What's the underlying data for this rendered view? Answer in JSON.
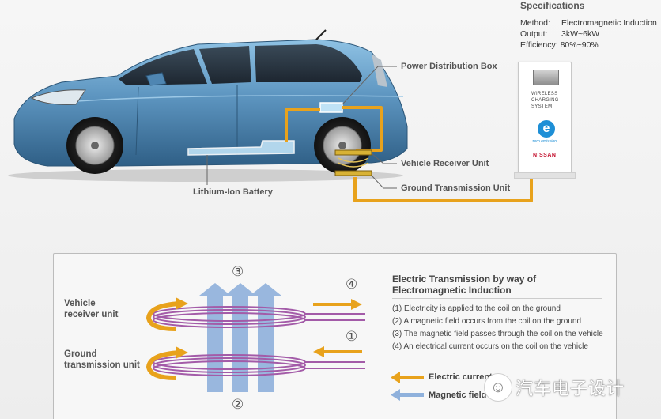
{
  "specs": {
    "title": "Specifications",
    "rows": [
      {
        "key": "Method:",
        "value": "Electromagnetic Induction"
      },
      {
        "key": "Output:",
        "value": "3kW~6kW"
      },
      {
        "key": "Efficiency:",
        "value": "80%~90%"
      }
    ]
  },
  "callouts": {
    "power_box": "Power Distribution Box",
    "receiver": "Vehicle Receiver Unit",
    "ground": "Ground Transmission Unit",
    "battery": "Lithium-Ion Battery"
  },
  "station": {
    "line1": "WIRELESS",
    "line2": "CHARGING",
    "line3": "SYSTEM",
    "logo_glyph": "e",
    "logo_text": "zero emission",
    "brand": "NISSAN"
  },
  "panel": {
    "vehicle_label_1": "Vehicle",
    "vehicle_label_2": "receiver unit",
    "ground_label_1": "Ground",
    "ground_label_2": "transmission unit",
    "title_1": "Electric Transmission by way of",
    "title_2": "Electromagnetic Induction",
    "steps": [
      "(1) Electricity is applied to the coil on the ground",
      "(2) A magnetic field occurs from the coil on the ground",
      "(3) The magnetic field passes through the coil on the vehicle",
      "(4) An electrical current occurs on the coil on the vehicle"
    ],
    "num_1": "①",
    "num_2": "②",
    "num_3": "③",
    "num_4": "④",
    "legend_electric": "Electric current",
    "legend_magnetic": "Magnetic field"
  },
  "watermark": {
    "glyph": "☺",
    "text": "汽车电子设计"
  },
  "colors": {
    "orange": "#e8a21c",
    "blue_arrow": "#8fb1dc",
    "coil": "#a35ba8",
    "car_body": "#5d95c0"
  }
}
